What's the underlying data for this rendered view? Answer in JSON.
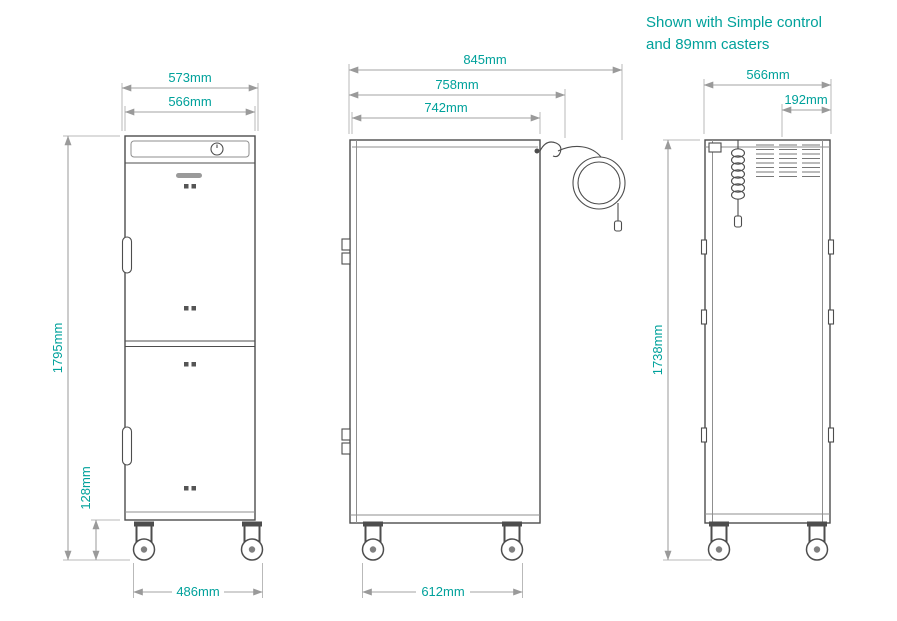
{
  "annotation": {
    "line1": "Shown with Simple control",
    "line2": "and 89mm casters"
  },
  "colors": {
    "accent_teal": "#00A19B",
    "dimension_gray": "#9A9A9A",
    "drawing_gray": "#4D4D4D"
  },
  "dimensions": {
    "front": {
      "overall_width": "573mm",
      "body_width": "566mm",
      "overall_height": "1795mm",
      "caster_height": "128mm",
      "caster_track": "486mm"
    },
    "side": {
      "overall_depth": "845mm",
      "depth_incl_hook": "758mm",
      "body_depth": "742mm",
      "caster_track": "612mm"
    },
    "rear": {
      "body_width": "566mm",
      "vent_section_width": "192mm",
      "body_height": "1738mm"
    }
  }
}
